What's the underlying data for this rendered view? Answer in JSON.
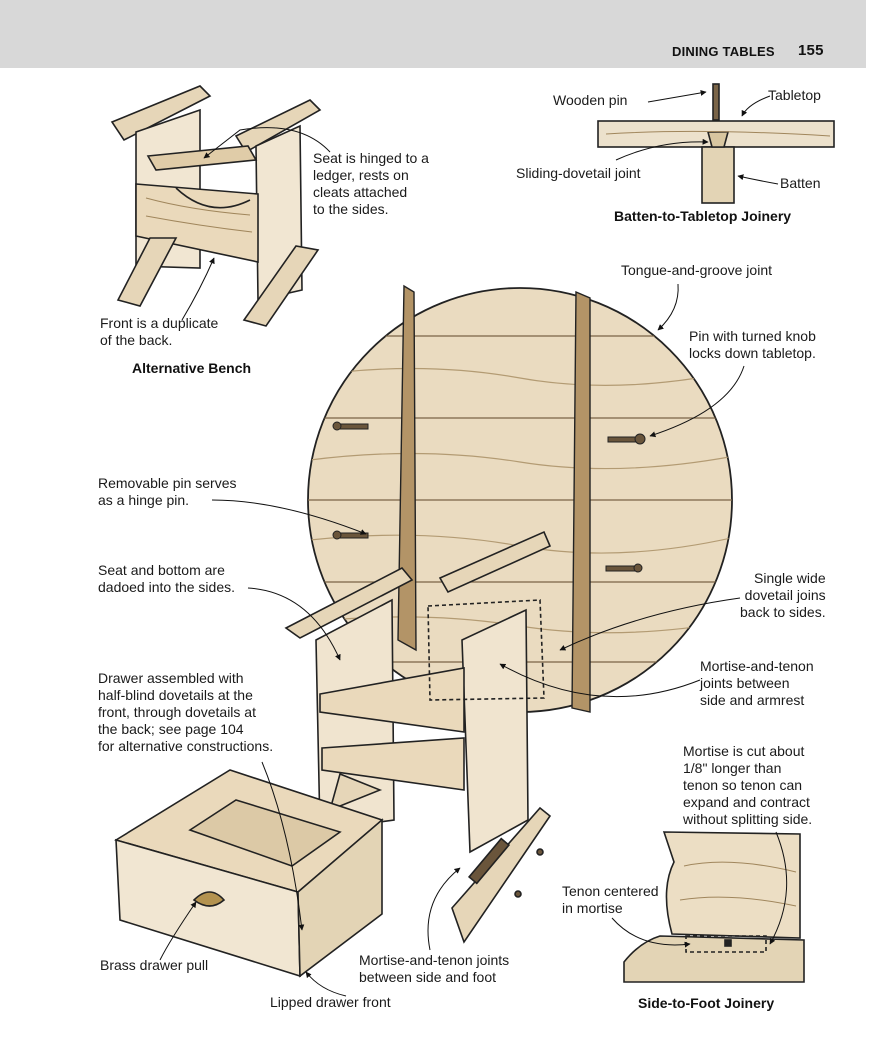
{
  "header": {
    "section_title": "DINING TABLES",
    "page_number": "155"
  },
  "captions": {
    "alternative_bench": "Alternative Bench",
    "batten_joinery": "Batten-to-Tabletop Joinery",
    "side_to_foot": "Side-to-Foot Joinery"
  },
  "callouts": {
    "wooden_pin": "Wooden pin",
    "tabletop": "Tabletop",
    "sliding_dovetail": "Sliding-dovetail joint",
    "batten": "Batten",
    "seat_hinged": [
      "Seat is hinged to a",
      "ledger, rests on",
      "cleats attached",
      "to the sides."
    ],
    "front_duplicate": [
      "Front is a duplicate",
      "of the back."
    ],
    "tongue_groove": "Tongue-and-groove joint",
    "pin_turned_knob": [
      "Pin with turned knob",
      "locks down tabletop."
    ],
    "removable_pin": [
      "Removable pin serves",
      "as a hinge pin."
    ],
    "seat_bottom": [
      "Seat and bottom are",
      "dadoed into the sides."
    ],
    "single_dovetail": [
      "Single wide",
      "dovetail joins",
      "back to sides."
    ],
    "drawer_assembled": [
      "Drawer assembled with",
      "half-blind dovetails at the",
      "front, through dovetails at",
      "the back; see page 104",
      "for alternative constructions."
    ],
    "mortise_armrest": [
      "Mortise-and-tenon",
      "joints between",
      "side and armrest"
    ],
    "mortise_cut": [
      "Mortise is cut about",
      "1/8\" longer than",
      "tenon so tenon can",
      "expand and contract",
      "without splitting side."
    ],
    "tenon_centered": [
      "Tenon centered",
      "in mortise"
    ],
    "brass_pull": "Brass drawer pull",
    "mortise_foot": [
      "Mortise-and-tenon joints",
      "between side and foot"
    ],
    "lipped_front": "Lipped drawer front"
  }
}
